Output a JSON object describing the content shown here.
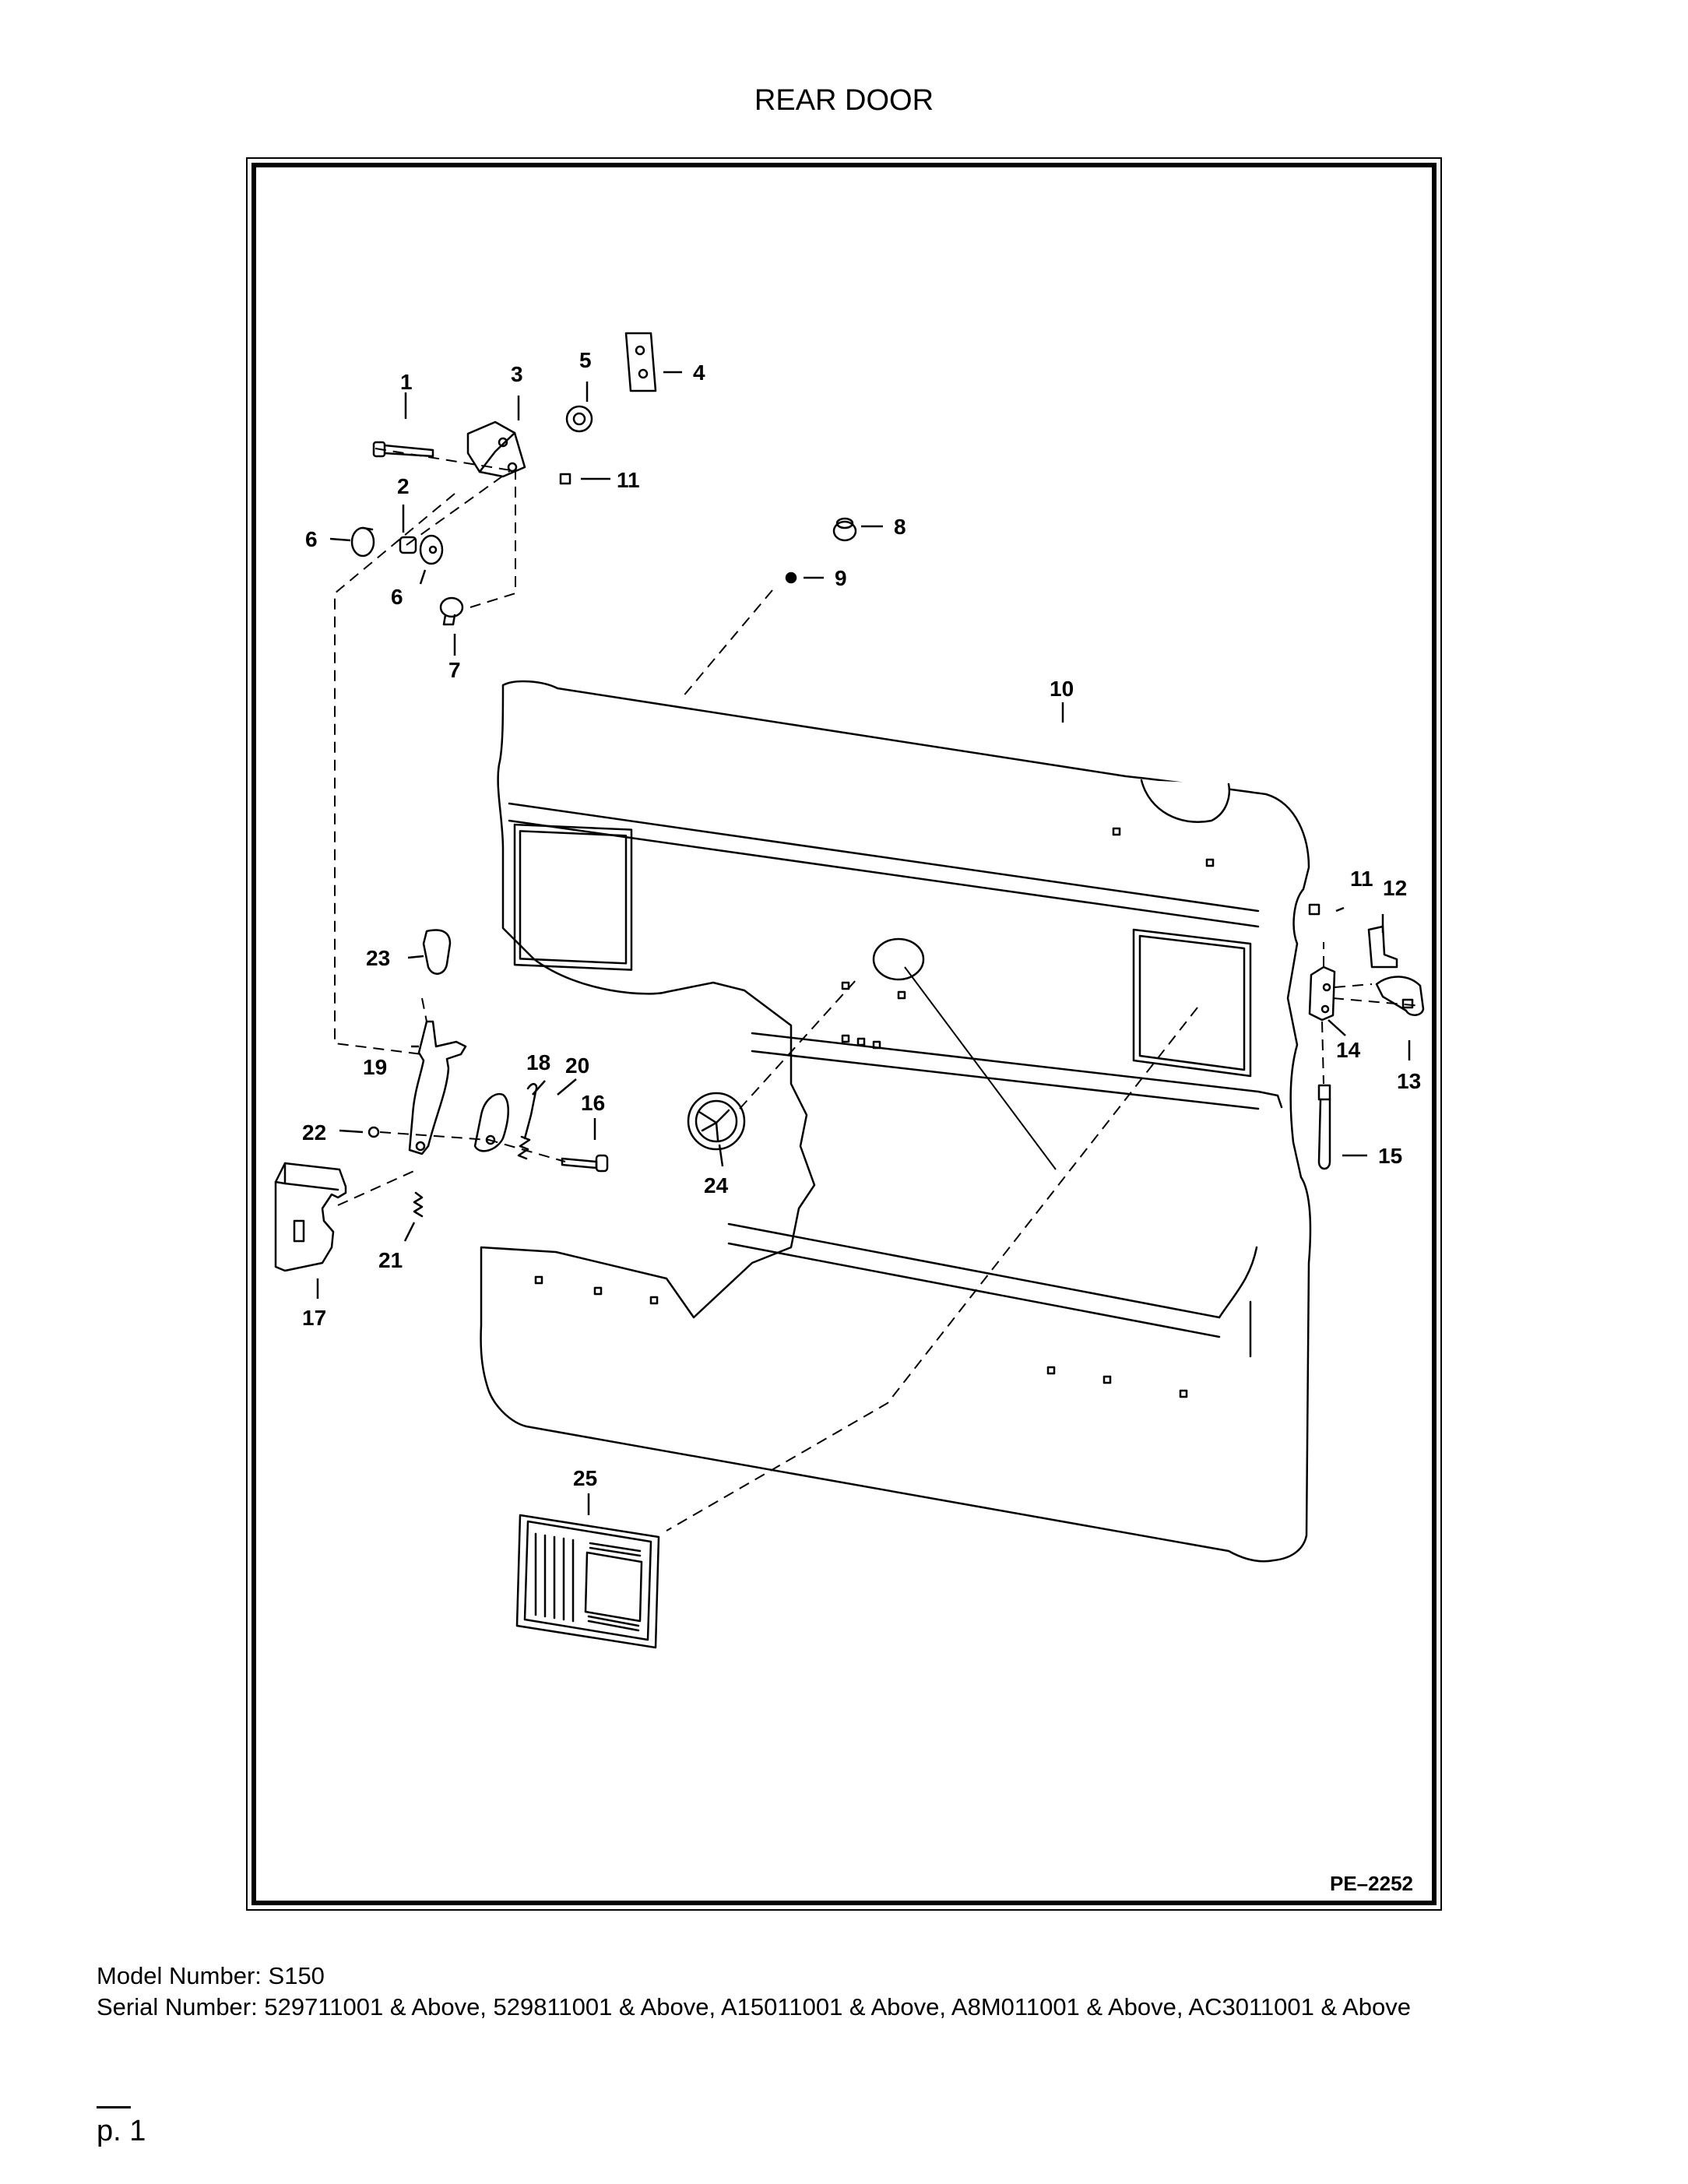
{
  "page": {
    "title": "REAR DOOR",
    "drawing_code": "PE–2252",
    "model_line": "Model Number: S150",
    "serial_line": "Serial Number: 529711001 & Above, 529811001 & Above, A15011001 & Above, A8M011001 & Above, AC3011001 & Above",
    "page_number": "p. 1"
  },
  "callouts": {
    "c1": "1",
    "c2": "2",
    "c3": "3",
    "c4": "4",
    "c5": "5",
    "c6a": "6",
    "c6b": "6",
    "c7": "7",
    "c8": "8",
    "c9": "9",
    "c10": "10",
    "c11a": "11",
    "c11b": "11",
    "c12": "12",
    "c13": "13",
    "c14": "14",
    "c15": "15",
    "c16": "16",
    "c17": "17",
    "c18": "18",
    "c19": "19",
    "c20": "20",
    "c21": "21",
    "c22": "22",
    "c23": "23",
    "c24": "24",
    "c25": "25"
  }
}
